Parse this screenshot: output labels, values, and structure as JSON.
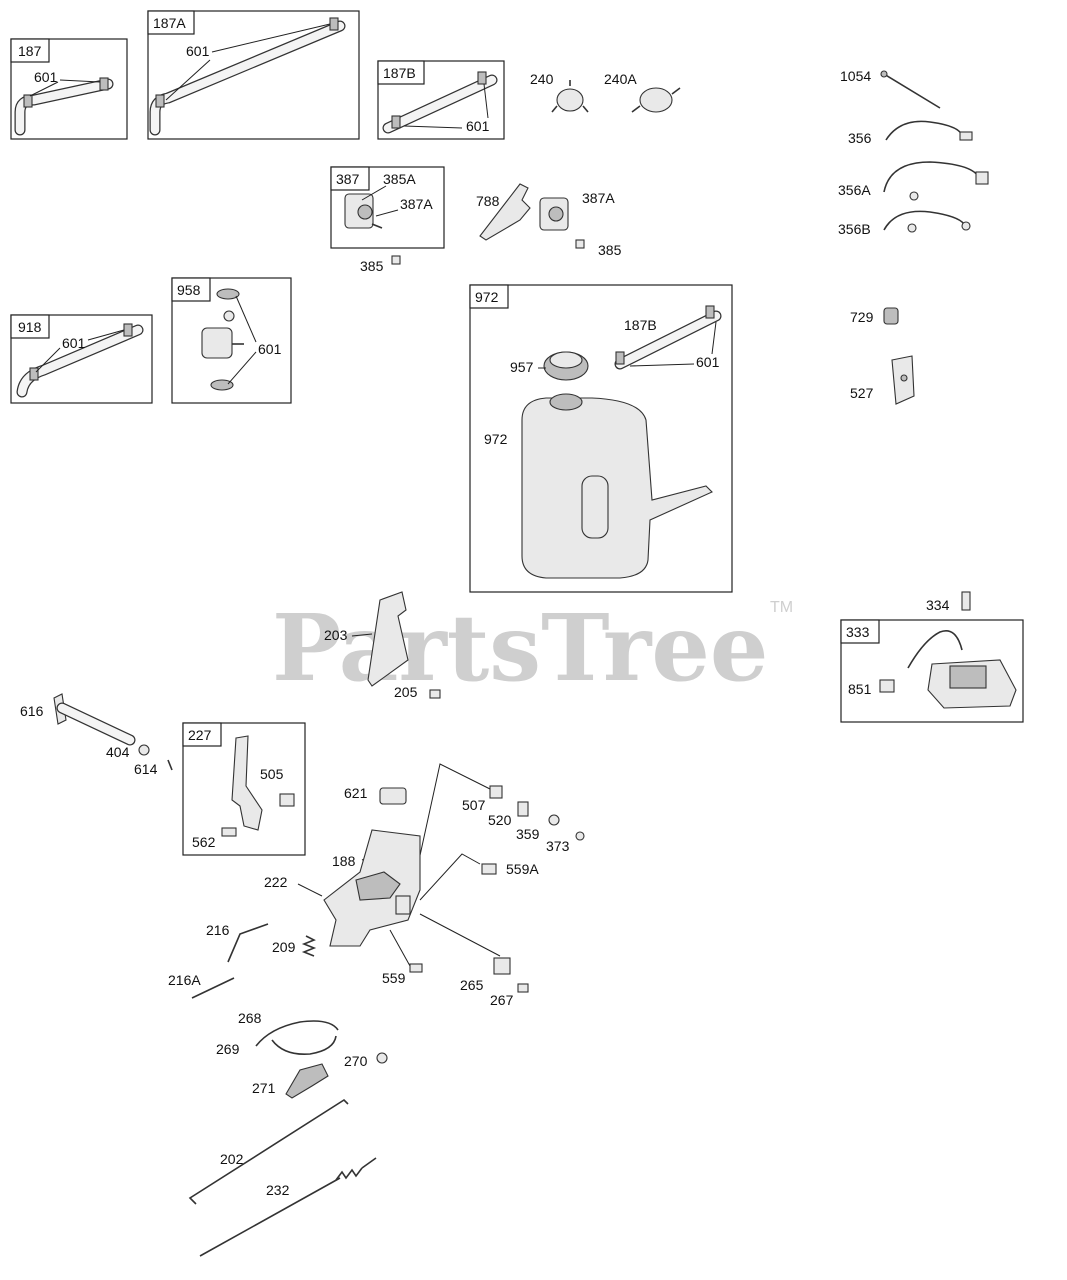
{
  "watermark": {
    "text": "PartsTree",
    "tm": "TM"
  },
  "callouts": {
    "box187": "187",
    "box187_601": "601",
    "box187A": "187A",
    "box187A_601": "601",
    "box187B": "187B",
    "box187B_601": "601",
    "p240": "240",
    "p240A": "240A",
    "p1054": "1054",
    "p356": "356",
    "p356A": "356A",
    "p356B": "356B",
    "box387": "387",
    "box387_385A": "385A",
    "box387_387A": "387A",
    "p385a": "385",
    "p788": "788",
    "p387A": "387A",
    "p385b": "385",
    "box958": "958",
    "box958_601": "601",
    "box918": "918",
    "box918_601": "601",
    "box972": "972",
    "box972_187B": "187B",
    "box972_601": "601",
    "box972_957": "957",
    "box972_972": "972",
    "p729": "729",
    "p527": "527",
    "p203": "203",
    "p205": "205",
    "p334": "334",
    "box333": "333",
    "box333_851": "851",
    "p616": "616",
    "p404": "404",
    "p614": "614",
    "box227": "227",
    "box227_505": "505",
    "box227_562": "562",
    "p621": "621",
    "p507": "507",
    "p520": "520",
    "p359": "359",
    "p373": "373",
    "p188": "188",
    "p559A": "559A",
    "p222": "222",
    "p216": "216",
    "p209": "209",
    "p216A": "216A",
    "p559": "559",
    "p265": "265",
    "p267": "267",
    "p268": "268",
    "p269": "269",
    "p270": "270",
    "p271": "271",
    "p202": "202",
    "p232": "232"
  }
}
